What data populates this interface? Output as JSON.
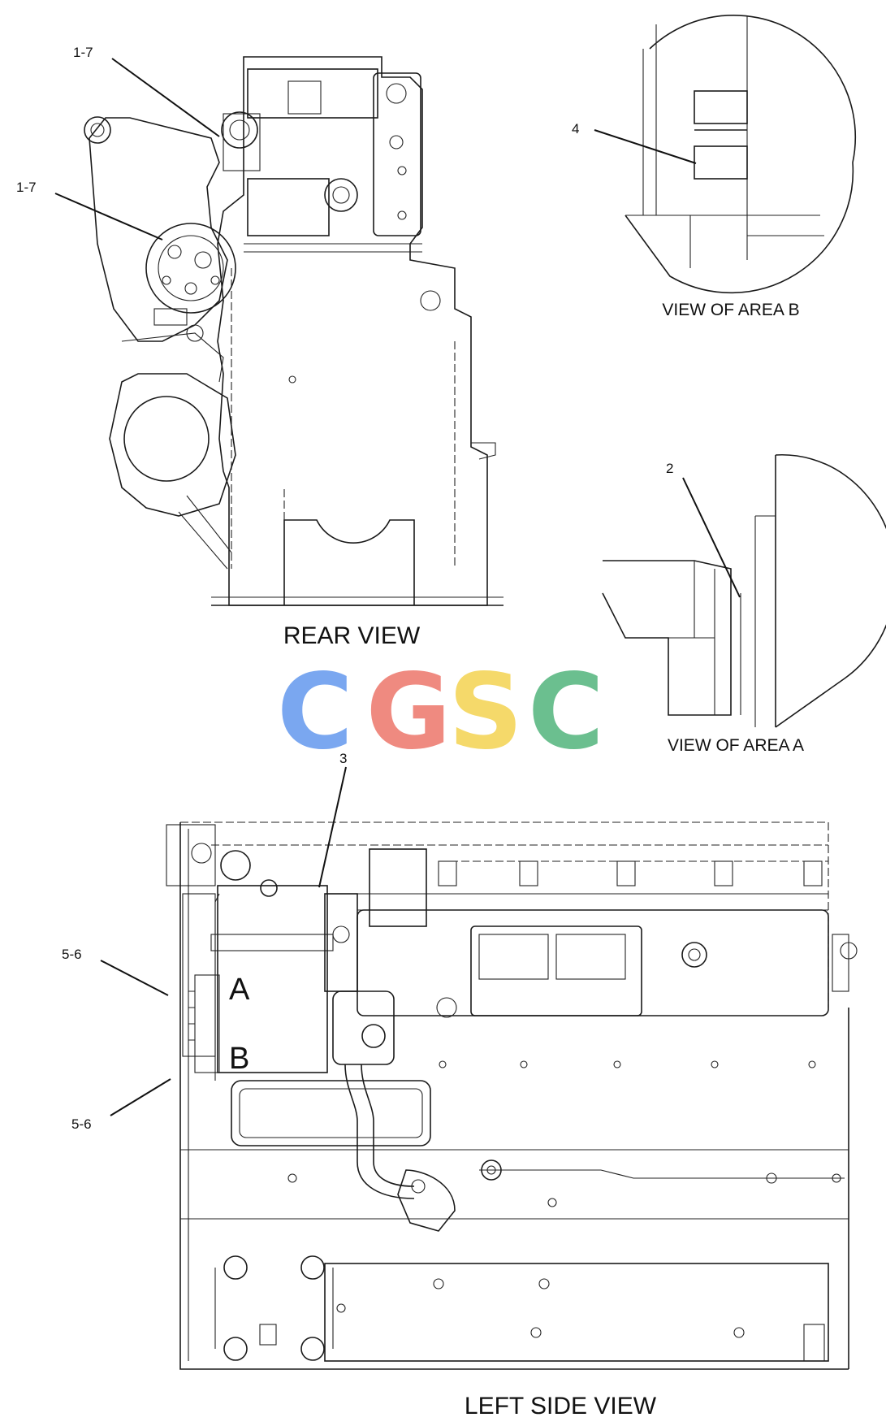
{
  "callouts": {
    "rear_upper": "1-7",
    "rear_left": "1-7",
    "area_b_part": "4",
    "area_a_part": "2",
    "left_side_top": "3",
    "left_side_upper": "5-6",
    "left_side_lower": "5-6",
    "area_a_marker": "A",
    "area_b_marker": "B"
  },
  "captions": {
    "rear_view": "REAR VIEW",
    "view_area_b": "VIEW OF AREA B",
    "view_area_a": "VIEW OF AREA A",
    "left_side_view": "LEFT SIDE VIEW"
  },
  "watermark": {
    "letters": [
      "C",
      "G",
      "S",
      "C"
    ],
    "colors": [
      "#7aa7f0",
      "#ef8a80",
      "#f5d96a",
      "#6bbf8f"
    ]
  }
}
